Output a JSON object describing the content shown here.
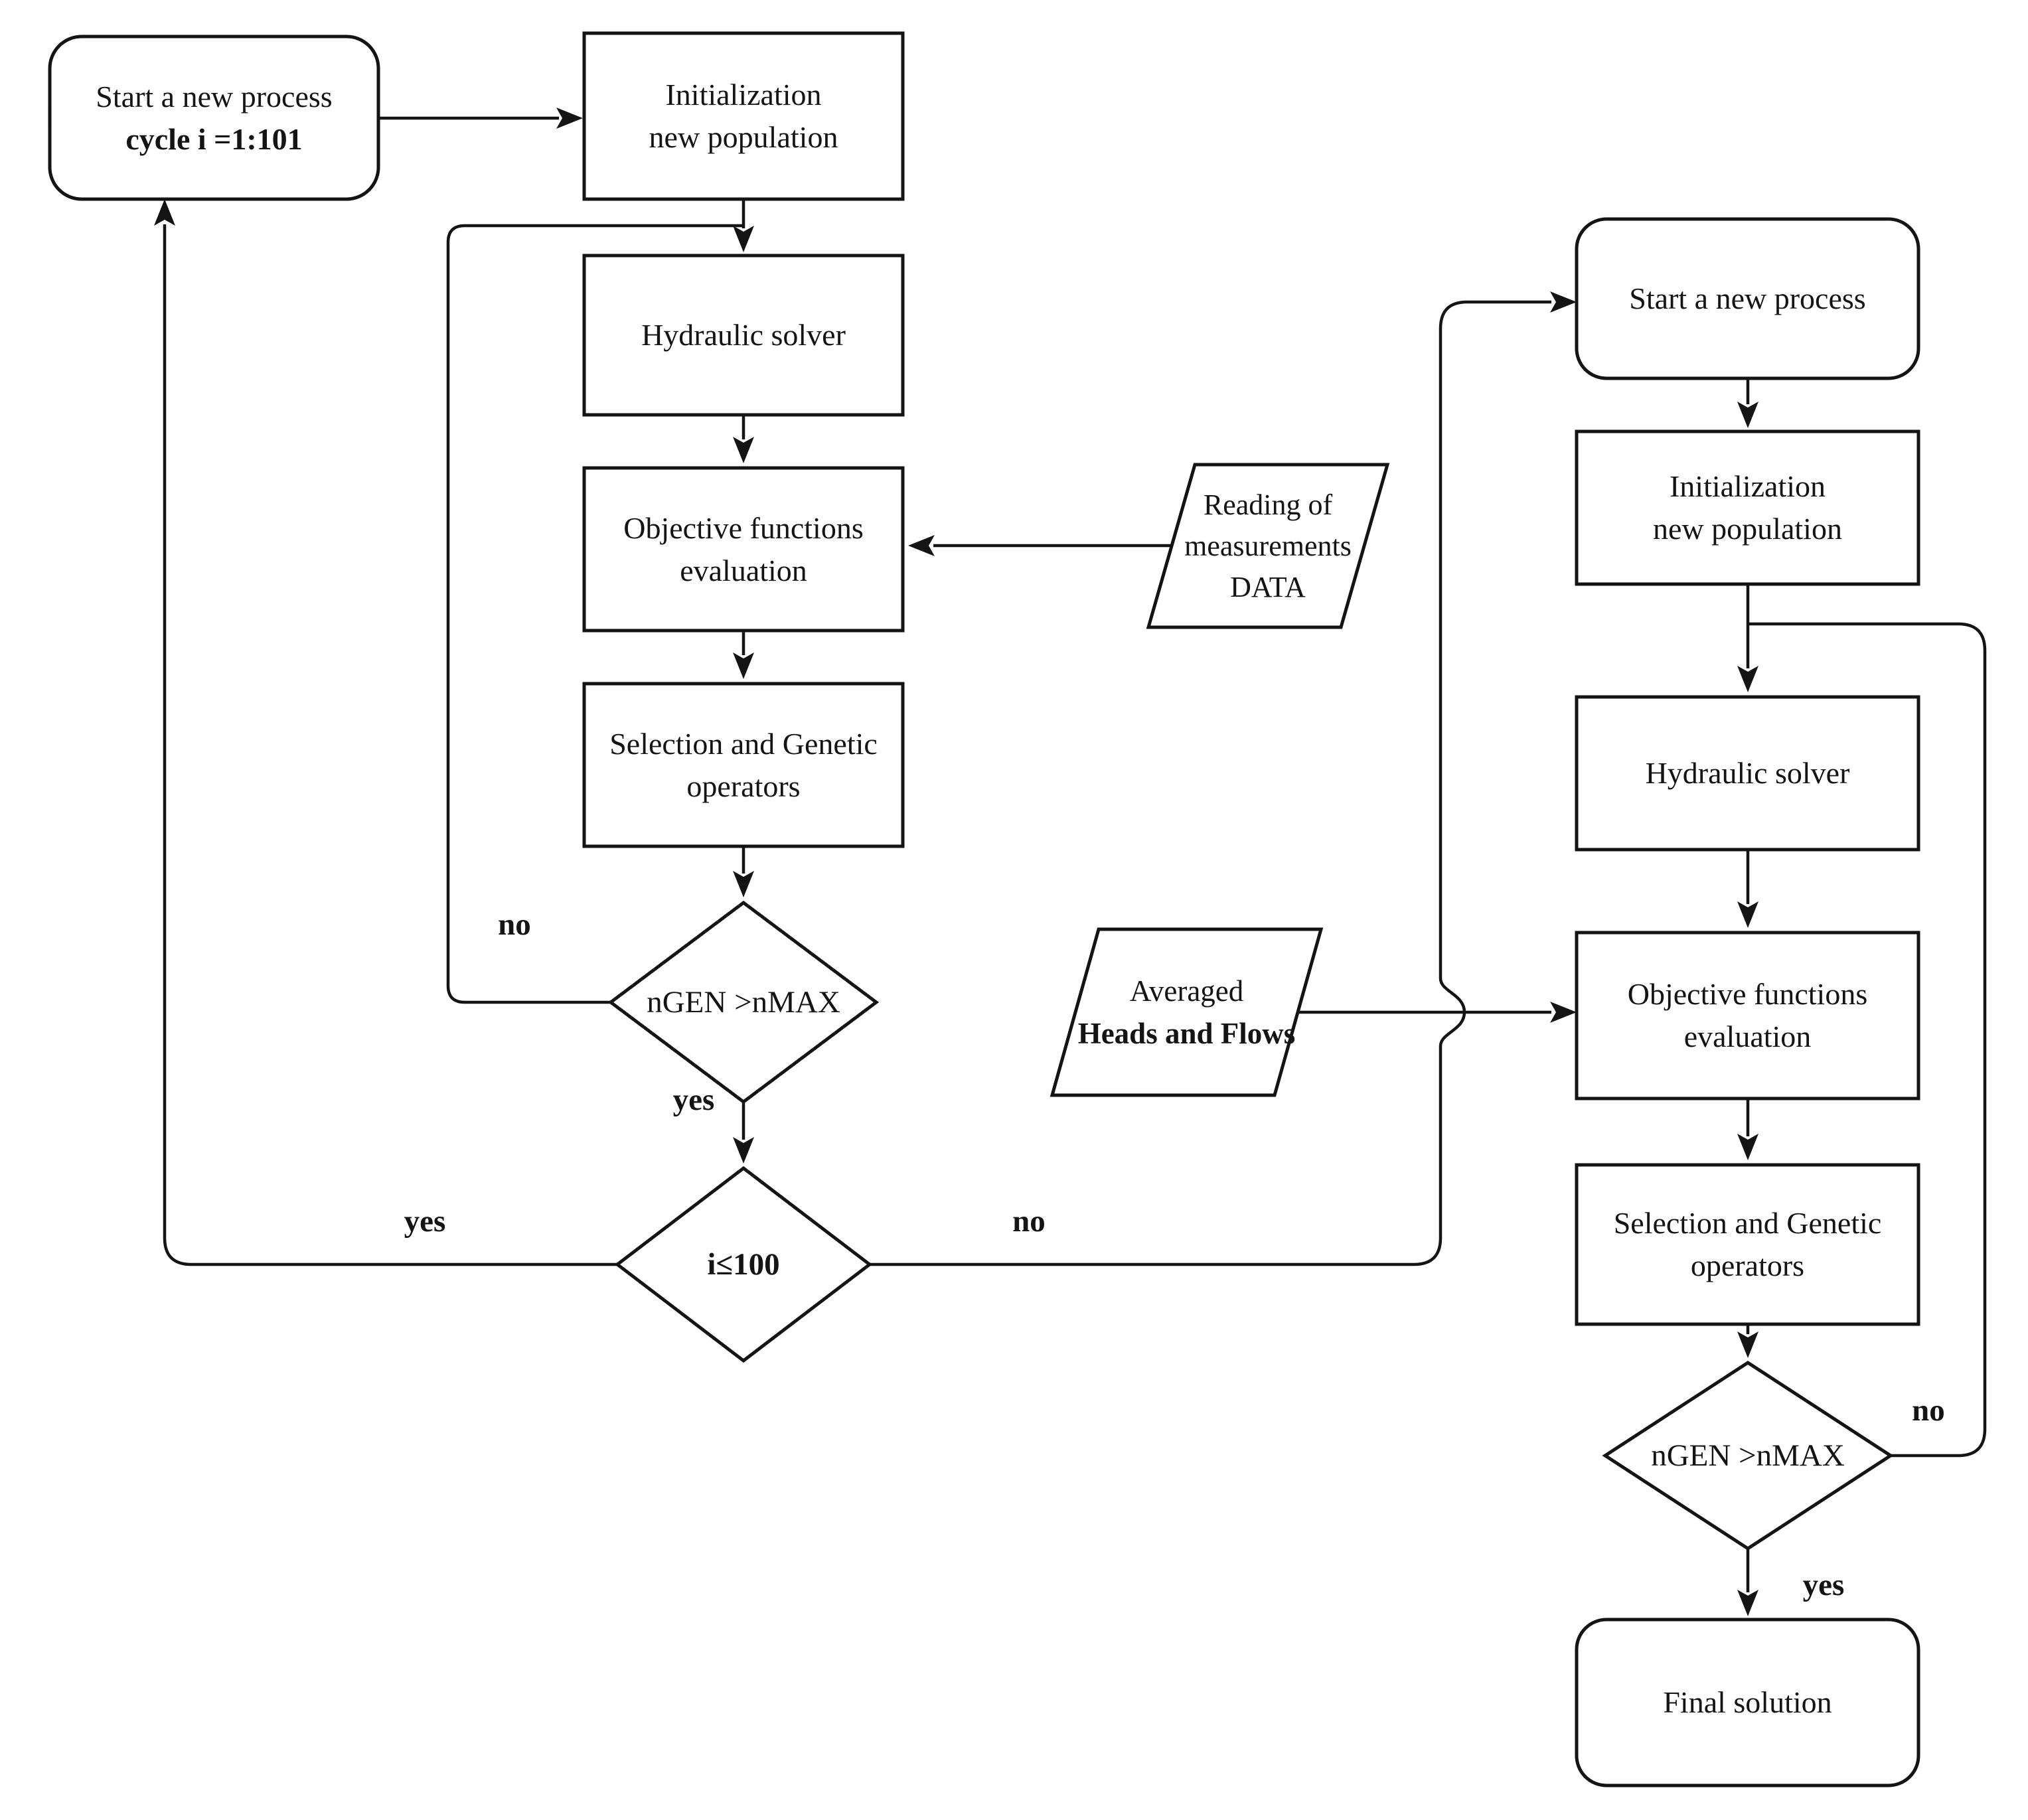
{
  "colors": {
    "ink": "#141414",
    "background": "#ffffff"
  },
  "left": {
    "start": {
      "line1": "Start a new process",
      "line2": "cycle i =1:101"
    },
    "init": {
      "line1": "Initialization",
      "line2": "new population"
    },
    "hydraulic": "Hydraulic solver",
    "objective": {
      "line1": "Objective functions",
      "line2": "evaluation"
    },
    "selection": {
      "line1": "Selection and Genetic",
      "line2": "operators"
    },
    "ngen_decision": "nGEN >nMAX",
    "iter_decision": "i≤100",
    "labels": {
      "ngen_no": "no",
      "ngen_yes": "yes",
      "iter_yes": "yes",
      "iter_no": "no"
    }
  },
  "middle": {
    "reading": {
      "line1": "Reading of",
      "line2": "measurements",
      "line3": "DATA"
    },
    "averaged": {
      "line1": "Averaged",
      "line2": "Heads and Flows"
    }
  },
  "right": {
    "start": "Start a new process",
    "init": {
      "line1": "Initialization",
      "line2": "new population"
    },
    "hydraulic": "Hydraulic solver",
    "objective": {
      "line1": "Objective functions",
      "line2": "evaluation"
    },
    "selection": {
      "line1": "Selection and Genetic",
      "line2": "operators"
    },
    "ngen_decision": "nGEN >nMAX",
    "final": "Final solution",
    "labels": {
      "ngen_no": "no",
      "ngen_yes": "yes"
    }
  }
}
